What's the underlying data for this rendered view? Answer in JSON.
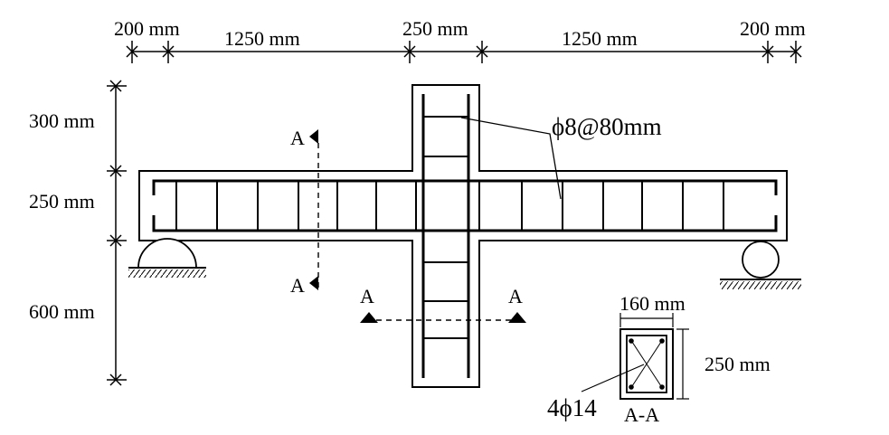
{
  "dimensions": {
    "horizontal": [
      "200 mm",
      "1250 mm",
      "250 mm",
      "1250 mm",
      "200 mm"
    ],
    "vertical": [
      "300 mm",
      "250 mm",
      "600 mm"
    ]
  },
  "rebar": {
    "stirrup_label": "ϕ8@80mm",
    "main_bar_label": "4ϕ14"
  },
  "section_marks": {
    "beam_upper": "A",
    "beam_lower": "A",
    "column_left": "A",
    "column_right": "A"
  },
  "cross_section": {
    "width_label": "160 mm",
    "height_label": "250 mm",
    "caption": "A-A"
  }
}
